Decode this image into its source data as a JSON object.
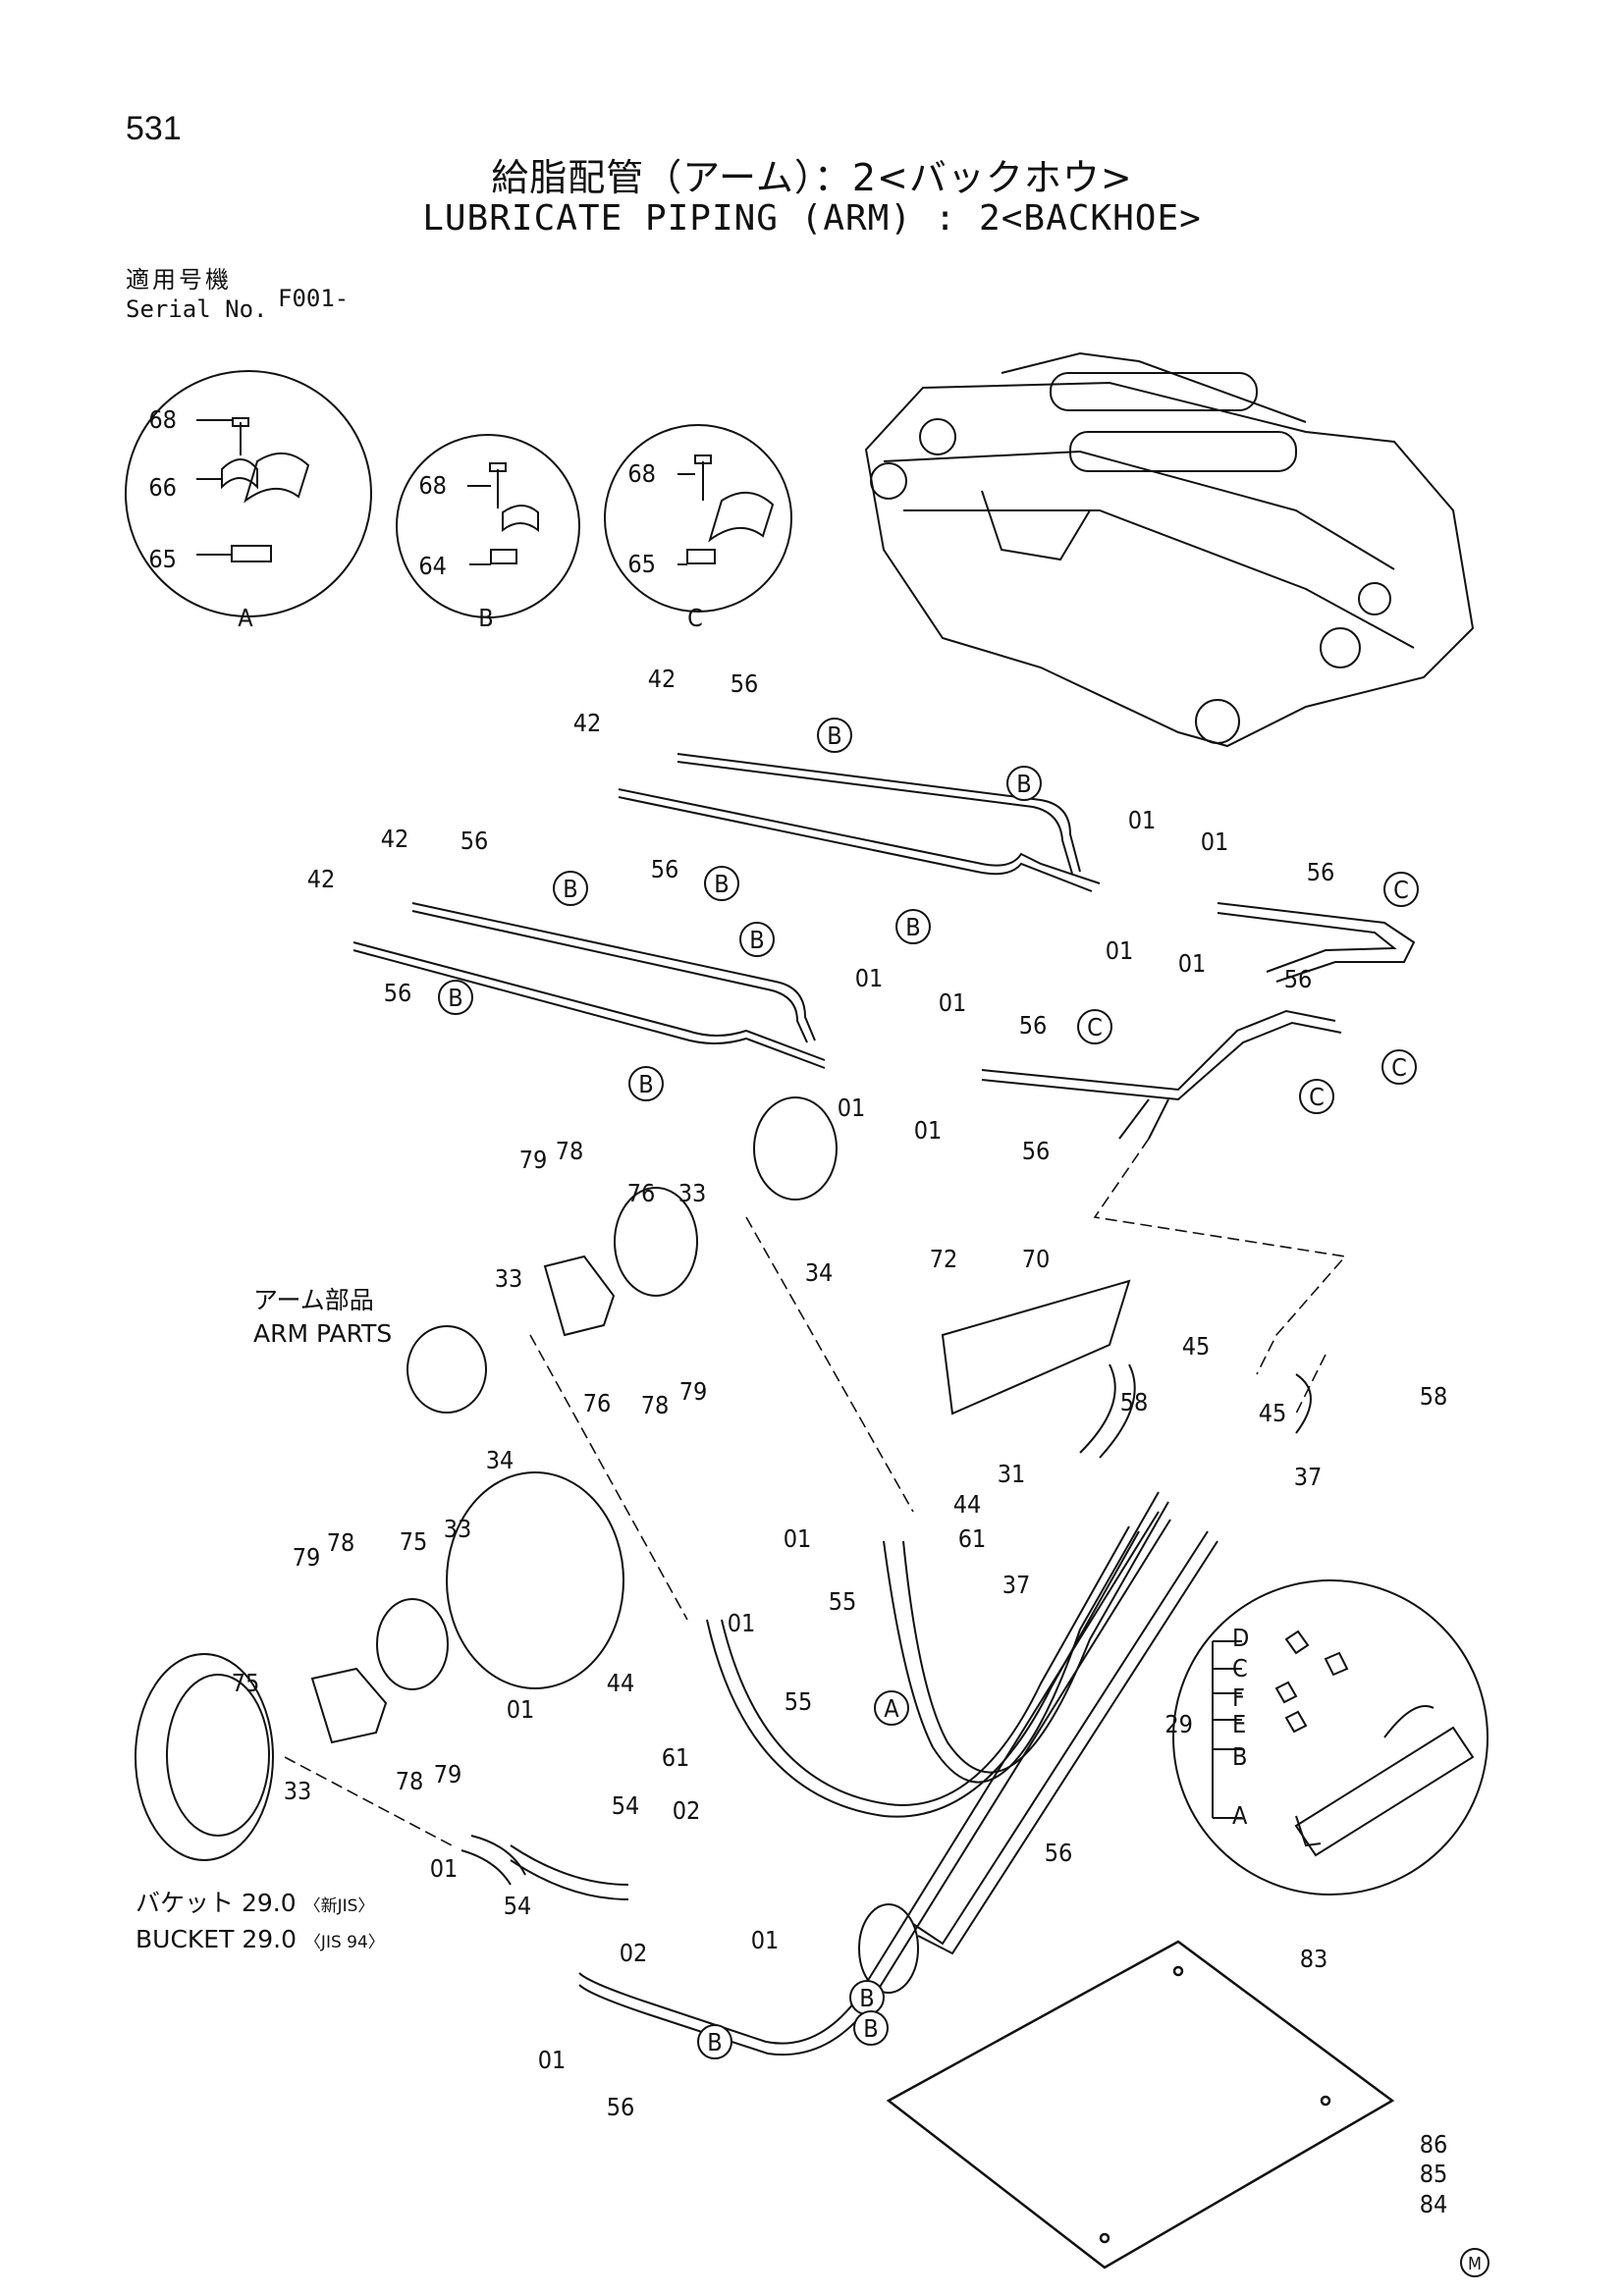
{
  "page_number": "531",
  "title_jp": "給脂配管（アーム）：2<バックホウ>",
  "title_en": "LUBRICATE PIPING (ARM) : 2<BACKHOE>",
  "serial": {
    "label_jp": "適用号機",
    "label_en": "Serial No.",
    "value": "F001-"
  },
  "notes": {
    "arm_parts_jp": "アーム部品",
    "arm_parts_en": "ARM PARTS",
    "bucket_jp": "バケット 29.0",
    "bucket_jp_std": "〈新JIS〉",
    "bucket_en": "BUCKET 29.0",
    "bucket_en_std": "〈JIS 94〉"
  },
  "detail_views": [
    {
      "letter": "A",
      "parts": [
        "68",
        "66",
        "65"
      ]
    },
    {
      "letter": "B",
      "parts": [
        "68",
        "64"
      ]
    },
    {
      "letter": "C",
      "parts": [
        "68",
        "65"
      ]
    }
  ],
  "assembly_29": {
    "number": "29",
    "sub_letters": [
      "D",
      "C",
      "F",
      "E",
      "B",
      "A"
    ]
  },
  "part_callouts": [
    "42",
    "56",
    "01",
    "31",
    "58",
    "45",
    "37",
    "72",
    "70",
    "76",
    "78",
    "79",
    "33",
    "34",
    "44",
    "61",
    "55",
    "75",
    "02",
    "54",
    "83",
    "86",
    "85",
    "84"
  ],
  "mark": "M"
}
